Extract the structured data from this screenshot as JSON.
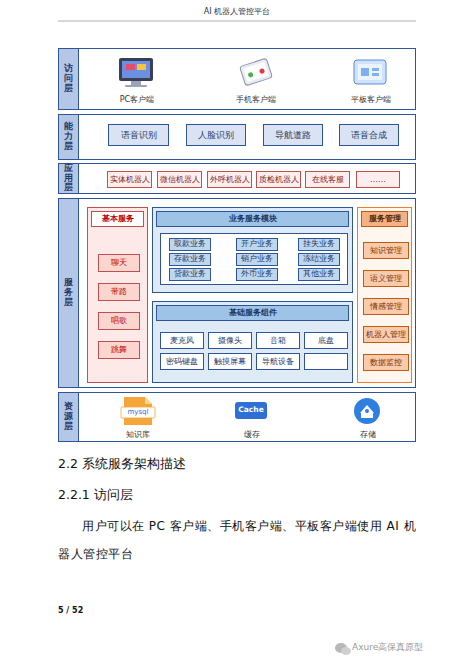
{
  "diagram": {
    "title": "AI 机器人管控平台",
    "nodes": [
      {
        "text": [
          "访问层"
        ]
      },
      {
        "text": [
          "PC客户端"
        ],
        "in": 0
      },
      {
        "text": [
          "手机客户端"
        ],
        "in": 0
      },
      {
        "text": [
          "平板客户端"
        ],
        "in": 0
      },
      {
        "text": [
          "能力层"
        ]
      },
      {
        "text": [
          "语音识别"
        ],
        "in": 4
      },
      {
        "text": [
          "人脸识别"
        ],
        "in": 4
      },
      {
        "text": [
          "导航道路"
        ],
        "in": 4
      },
      {
        "text": [
          "语音合成"
        ],
        "in": 4
      },
      {
        "text": [
          "应用层"
        ]
      },
      {
        "text": [
          "实体机器人"
        ],
        "in": 9
      },
      {
        "text": [
          "微信机器人"
        ],
        "in": 9
      },
      {
        "text": [
          "外呼机器人"
        ],
        "in": 9
      },
      {
        "text": [
          "质检机器人"
        ],
        "in": 9
      },
      {
        "text": [
          "在线客服"
        ],
        "in": 9
      },
      {
        "text": [
          "……"
        ],
        "in": 9
      },
      {
        "text": [
          "服务层"
        ]
      },
      {
        "text": [
          "基本服务"
        ],
        "in": 16
      },
      {
        "text": [
          "聊天"
        ],
        "in": 17
      },
      {
        "text": [
          "带路"
        ],
        "in": 17
      },
      {
        "text": [
          "唱歌"
        ],
        "in": 17
      },
      {
        "text": [
          "跳舞"
        ],
        "in": 17
      },
      {
        "text": [
          "业务服务模块"
        ],
        "in": 16
      },
      {
        "text": [
          "取款业务"
        ],
        "in": 22
      },
      {
        "text": [
          "开户业务"
        ],
        "in": 22
      },
      {
        "text": [
          "挂失业务"
        ],
        "in": 22
      },
      {
        "text": [
          "存款业务"
        ],
        "in": 22
      },
      {
        "text": [
          "销户业务"
        ],
        "in": 22
      },
      {
        "text": [
          "冻结业务"
        ],
        "in": 22
      },
      {
        "text": [
          "贷款业务"
        ],
        "in": 22
      },
      {
        "text": [
          "外币业务"
        ],
        "in": 22
      },
      {
        "text": [
          "其他业务"
        ],
        "in": 22
      },
      {
        "text": [
          "基础服务组件"
        ],
        "in": 16
      },
      {
        "text": [
          "麦克风"
        ],
        "in": 32
      },
      {
        "text": [
          "摄像头"
        ],
        "in": 32
      },
      {
        "text": [
          "音箱"
        ],
        "in": 32
      },
      {
        "text": [
          "底盘"
        ],
        "in": 32
      },
      {
        "text": [
          "密码键盘"
        ],
        "in": 32
      },
      {
        "text": [
          "触摸屏幕"
        ],
        "in": 32
      },
      {
        "text": [
          "导航设备"
        ],
        "in": 32
      },
      {
        "text": [
          "服务管理"
        ],
        "in": 16
      },
      {
        "text": [
          "知识管理"
        ],
        "in": 40
      },
      {
        "text": [
          "语义管理"
        ],
        "in": 40
      },
      {
        "text": [
          "情感管理"
        ],
        "in": 40
      },
      {
        "text": [
          "机器人管理"
        ],
        "in": 40
      },
      {
        "text": [
          "数据监控"
        ],
        "in": 40
      },
      {
        "text": [
          "资源层"
        ]
      },
      {
        "text": [
          "知识库"
        ],
        "in": 46
      },
      {
        "text": [
          "缓存"
        ],
        "in": 46
      },
      {
        "text": [
          "存储"
        ],
        "in": 46
      }
    ],
    "labels": [
      "mysql",
      "Cache",
      "2.2 系统服务架构描述",
      "2.2.1 访问层",
      "用户可以在 PC 客户端、手机客户端、平板客户端使用 AI 机器人管控平台",
      "5 / 52",
      "Axure高保真原型"
    ]
  }
}
